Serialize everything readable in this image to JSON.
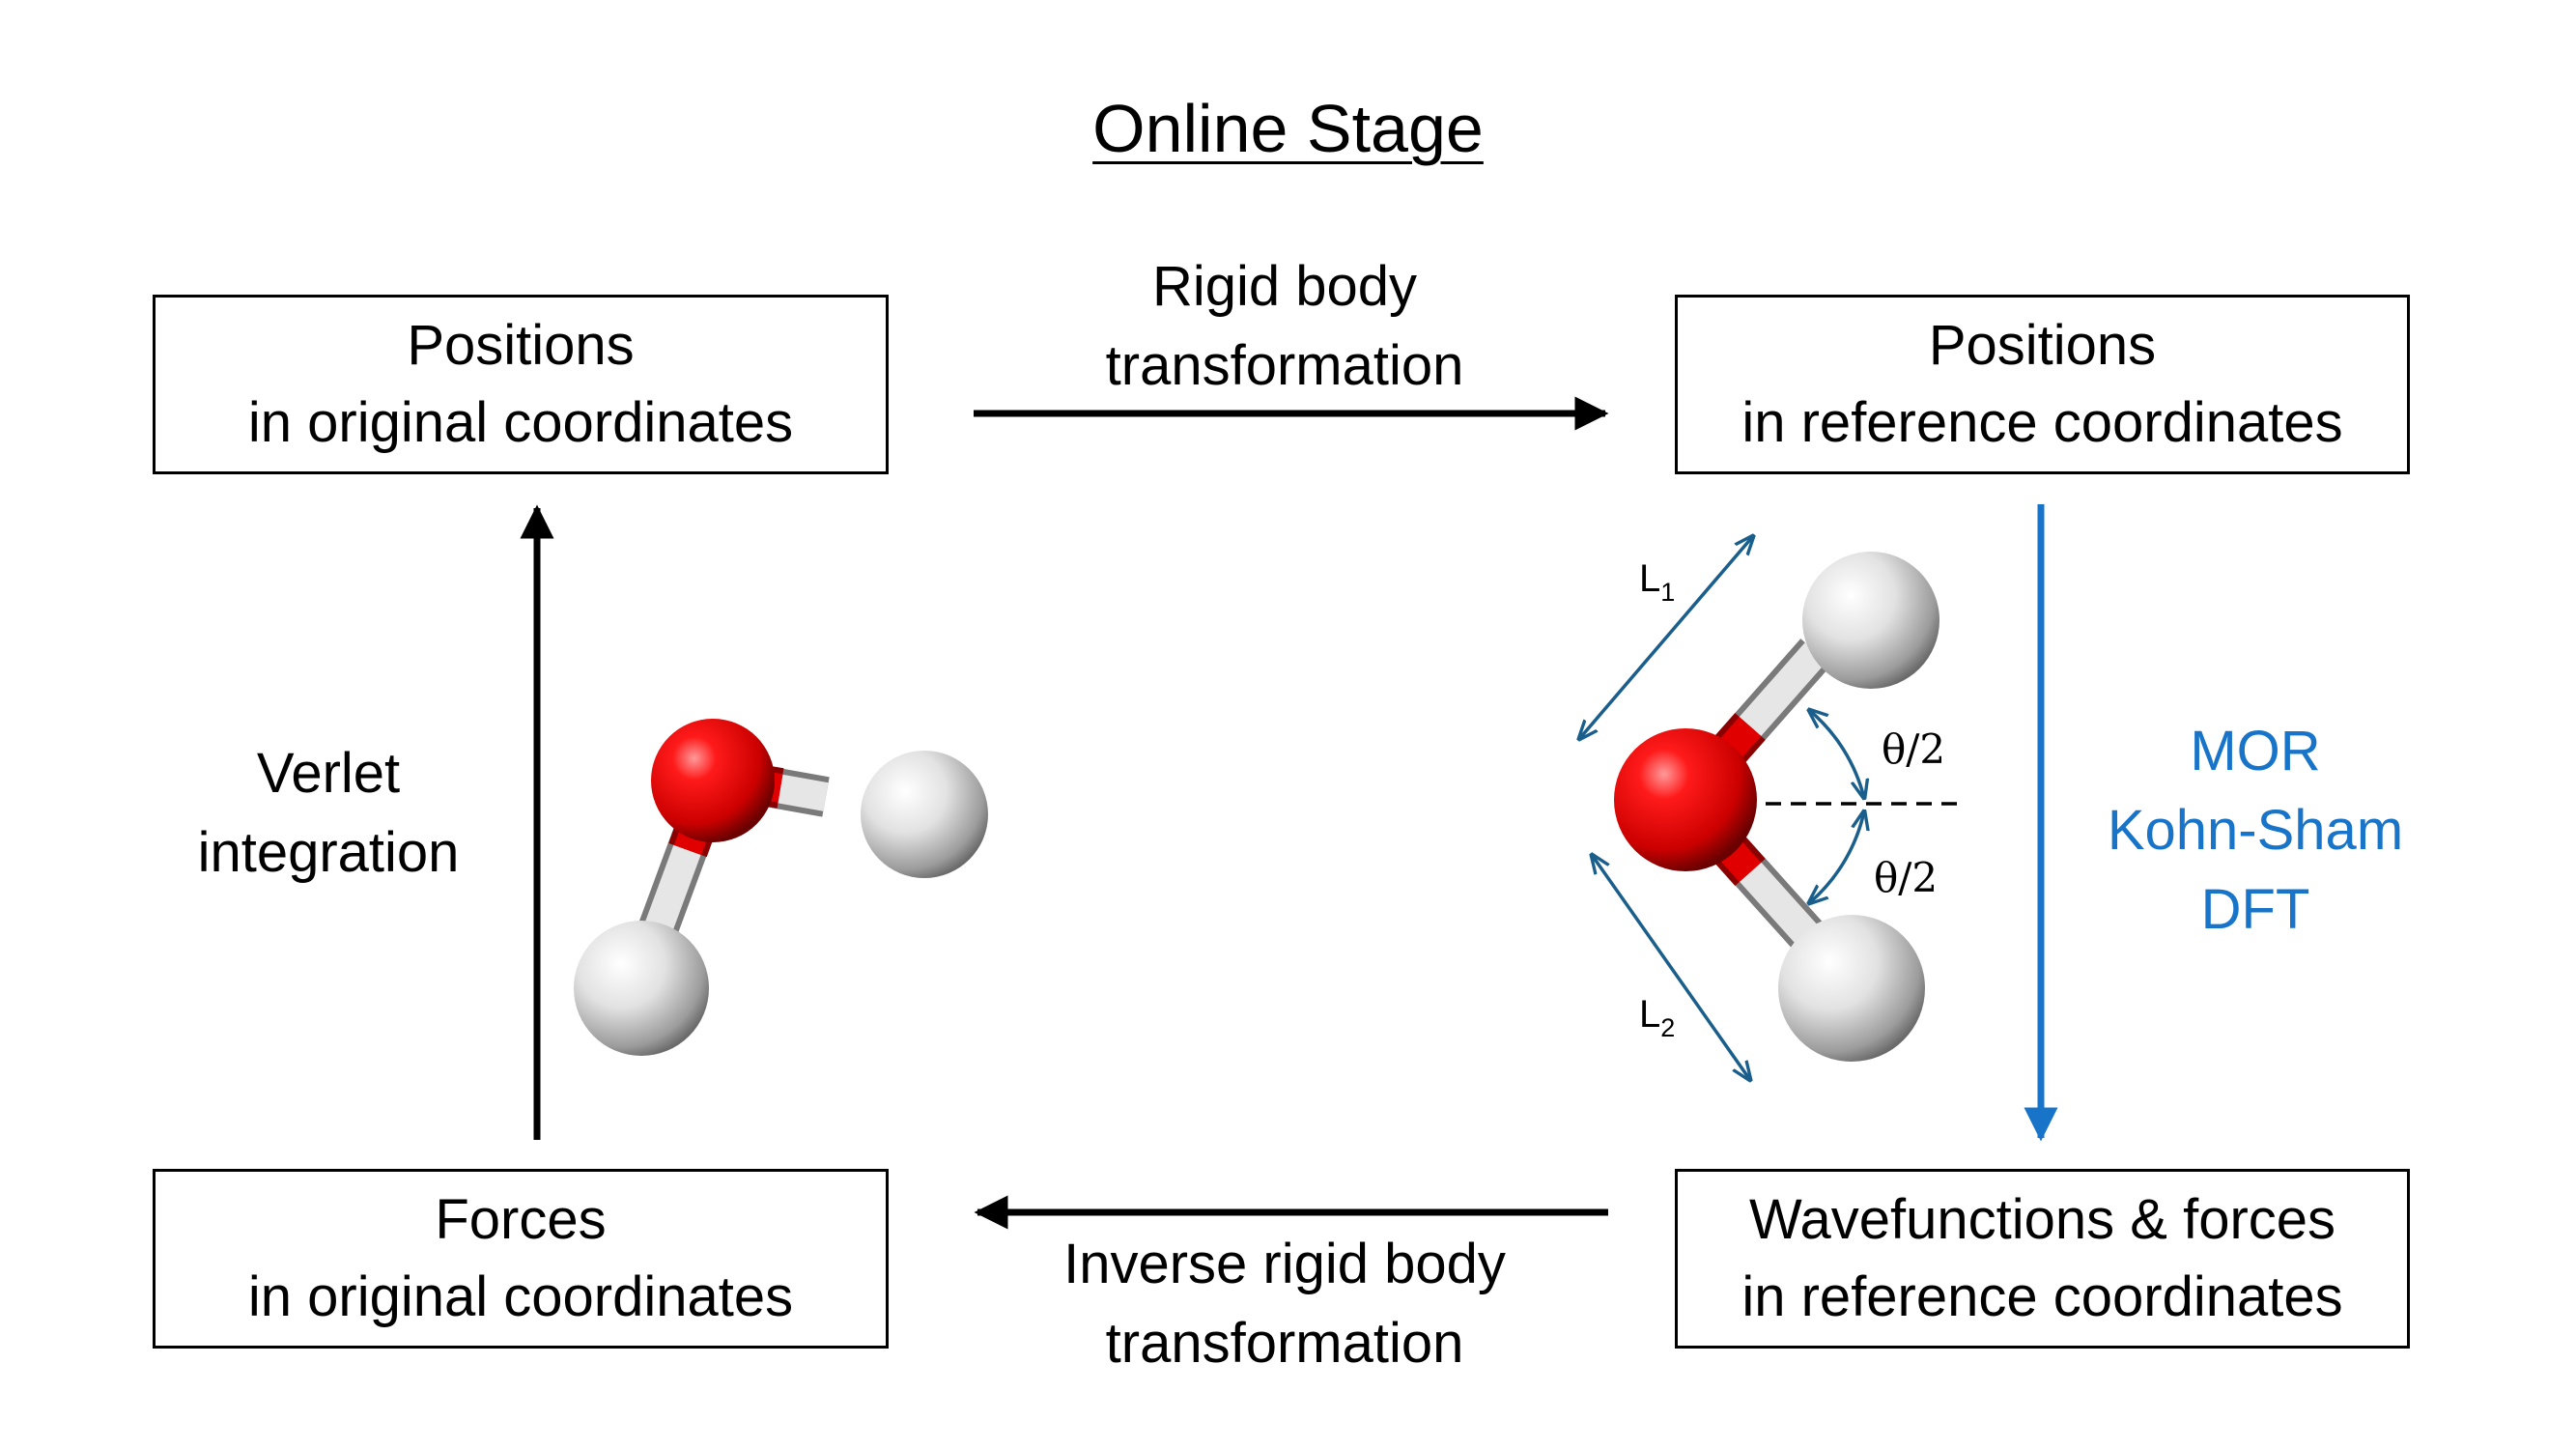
{
  "title": "Online Stage",
  "boxes": {
    "top_left": {
      "line1": "Positions",
      "line2": "in original coordinates"
    },
    "top_right": {
      "line1": "Positions",
      "line2": "in reference coordinates"
    },
    "bottom_left": {
      "line1": "Forces",
      "line2": "in original coordinates"
    },
    "bottom_right": {
      "line1": "Wavefunctions & forces",
      "line2": "in reference coordinates"
    }
  },
  "arrow_labels": {
    "rigid": {
      "line1": "Rigid body",
      "line2": "transformation"
    },
    "inverse": {
      "line1": "Inverse rigid body",
      "line2": "transformation"
    },
    "verlet": {
      "line1": "Verlet",
      "line2": "integration"
    },
    "mor": {
      "line1": "MOR",
      "line2": "Kohn-Sham",
      "line3": "DFT"
    }
  },
  "molecule_labels": {
    "l1_main": "L",
    "l1_sub": "1",
    "l2_main": "L",
    "l2_sub": "2",
    "theta_upper": "θ/2",
    "theta_lower": "θ/2"
  },
  "colors": {
    "oxygen": "#e00000",
    "hydrogen": "#e8e8e8",
    "arrow": "#000000",
    "mor_arrow": "#1874c8",
    "annotation": "#1a5f8c"
  }
}
